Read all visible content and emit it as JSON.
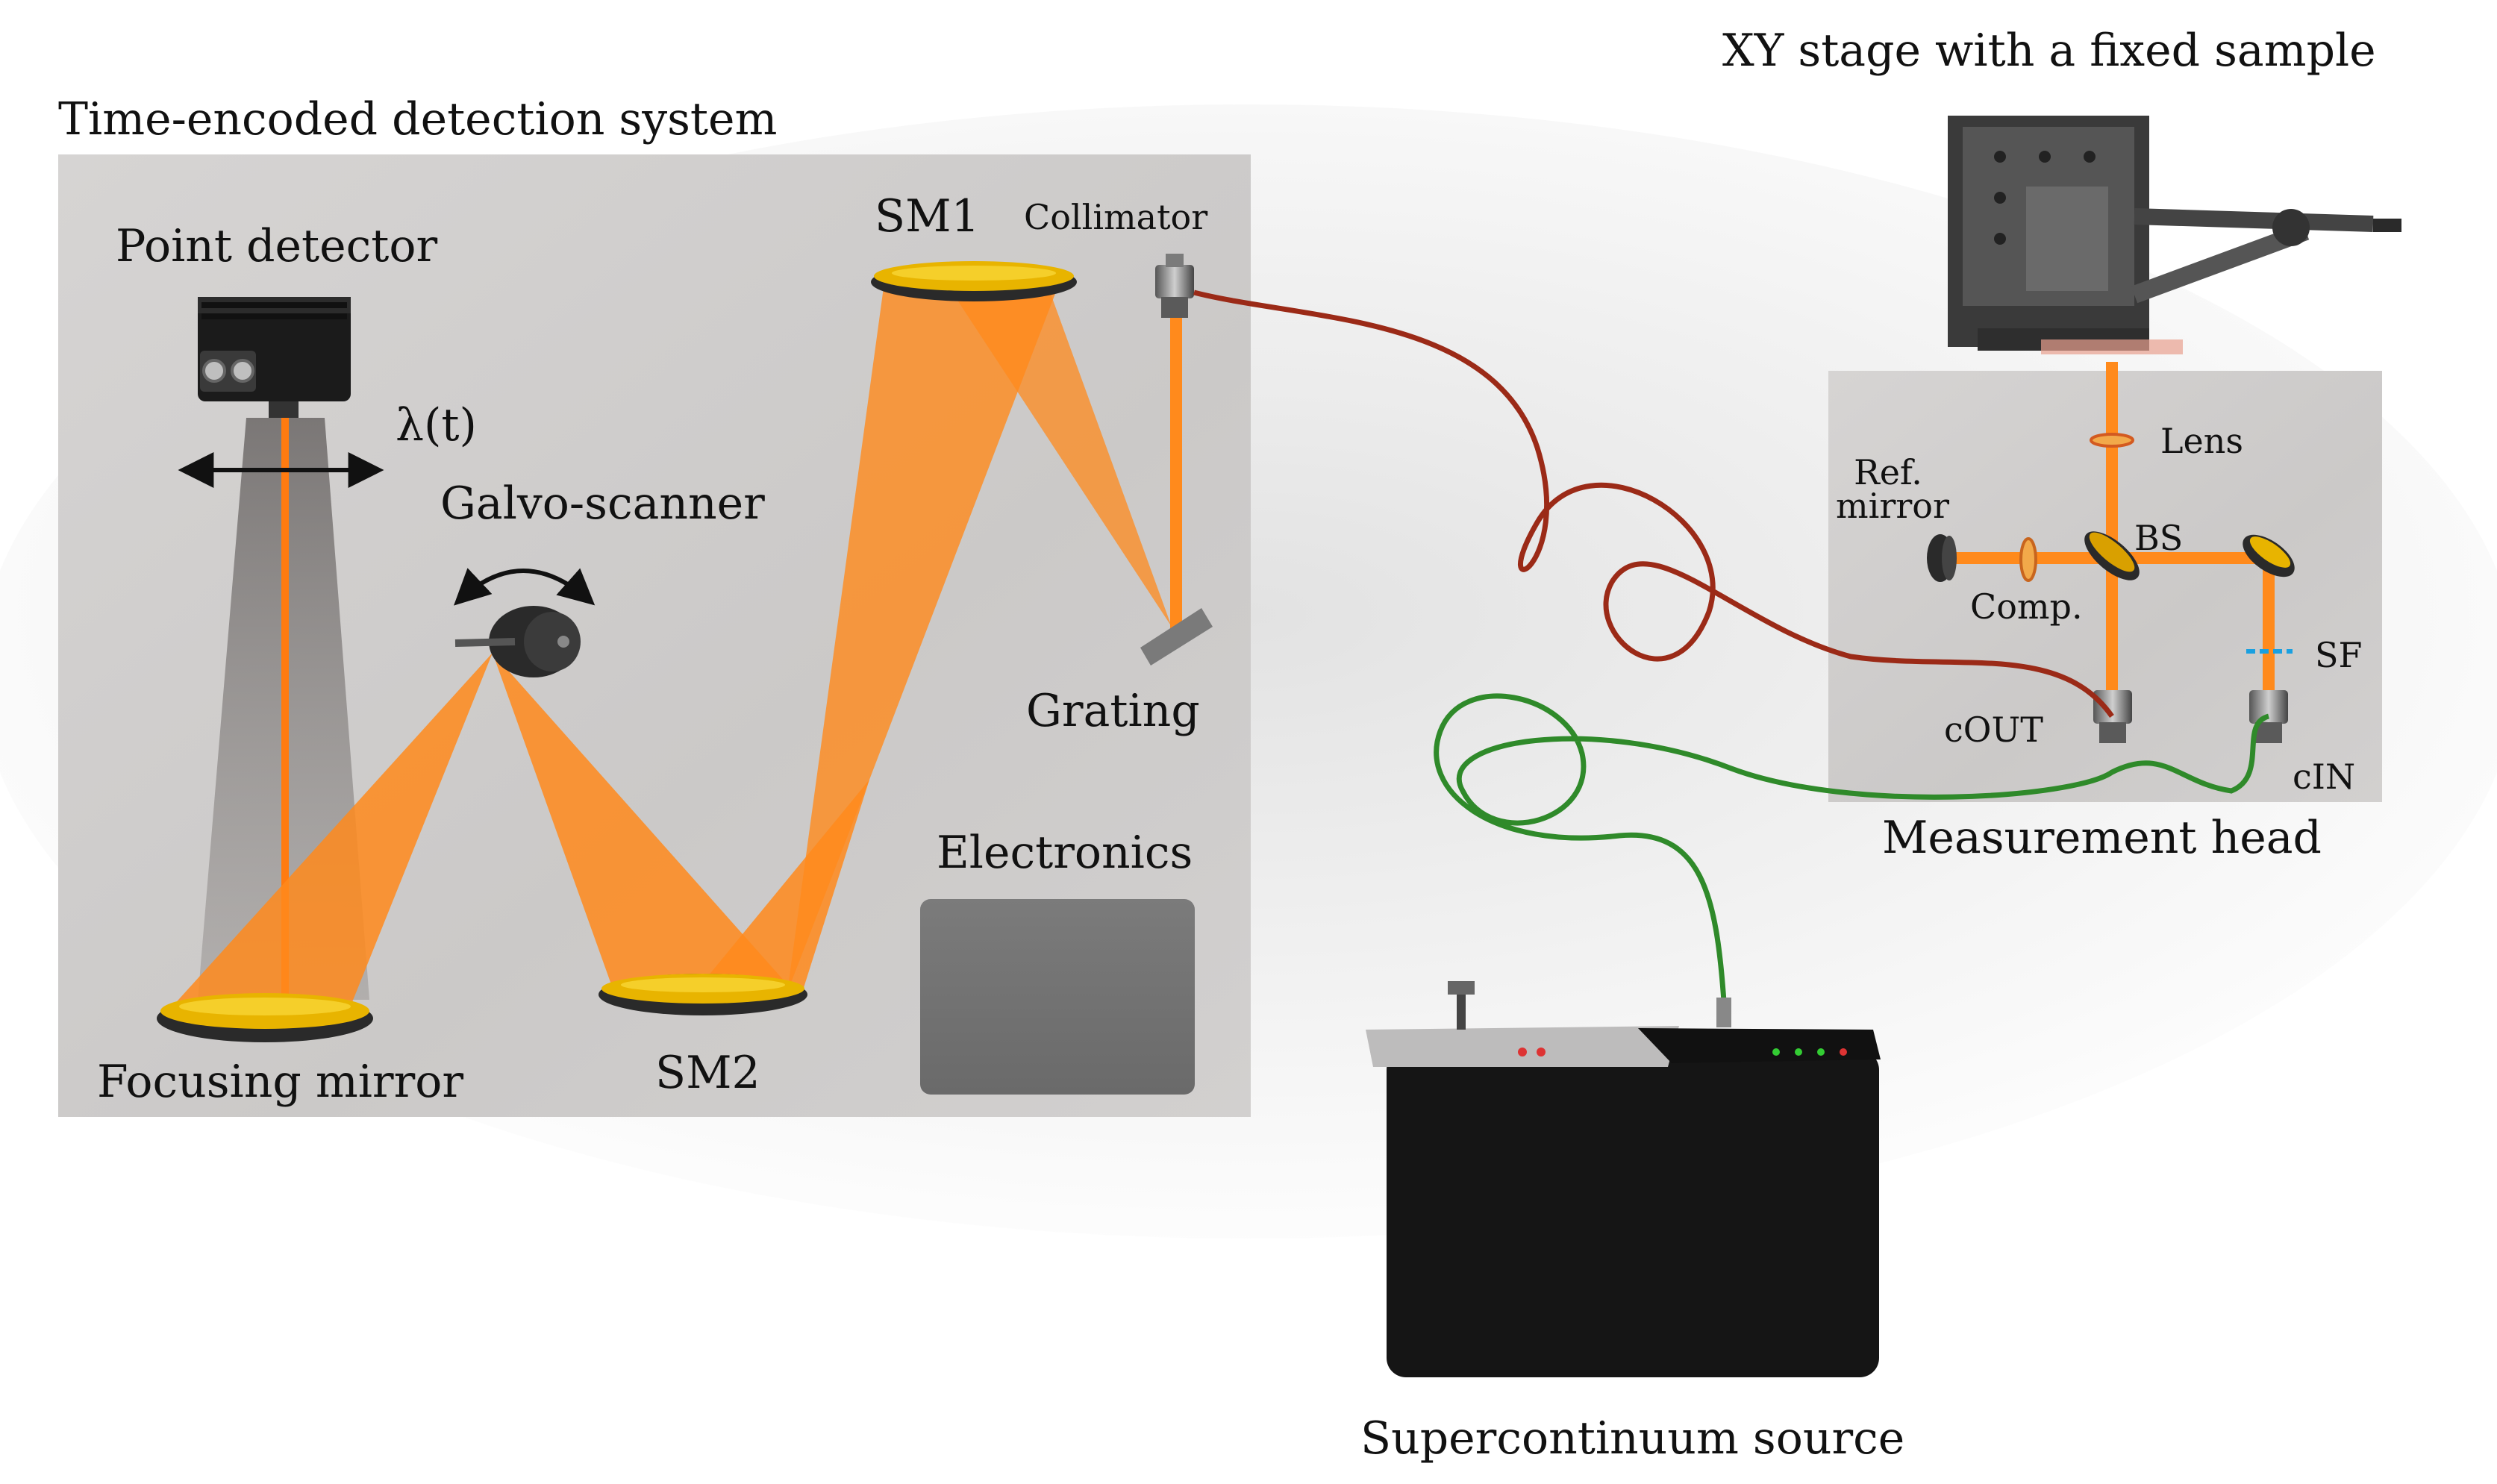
{
  "labels": {
    "detection_system": "Time-encoded detection system",
    "point_detector": "Point detector",
    "lambda_t": "λ(t)",
    "galvo_scanner": "Galvo-scanner",
    "sm1": "SM1",
    "collimator": "Collimator",
    "grating": "Grating",
    "electronics": "Electronics",
    "focusing_mirror": "Focusing mirror",
    "sm2": "SM2",
    "xy_stage": "XY stage with a fixed sample",
    "lens": "Lens",
    "ref_mirror_1": "Ref.",
    "ref_mirror_2": "mirror",
    "bs": "BS",
    "comp": "Comp.",
    "sf": "SF",
    "cout": "cOUT",
    "cin": "cIN",
    "measurement_head": "Measurement head",
    "supercontinuum_source": "Supercontinuum source"
  },
  "colors": {
    "beam": "#ff8a1c",
    "fiber_red": "#9b2a17",
    "fiber_green": "#2f8a2a",
    "panel": "#cfcdcc",
    "mirror_gold": "#e8b400"
  }
}
